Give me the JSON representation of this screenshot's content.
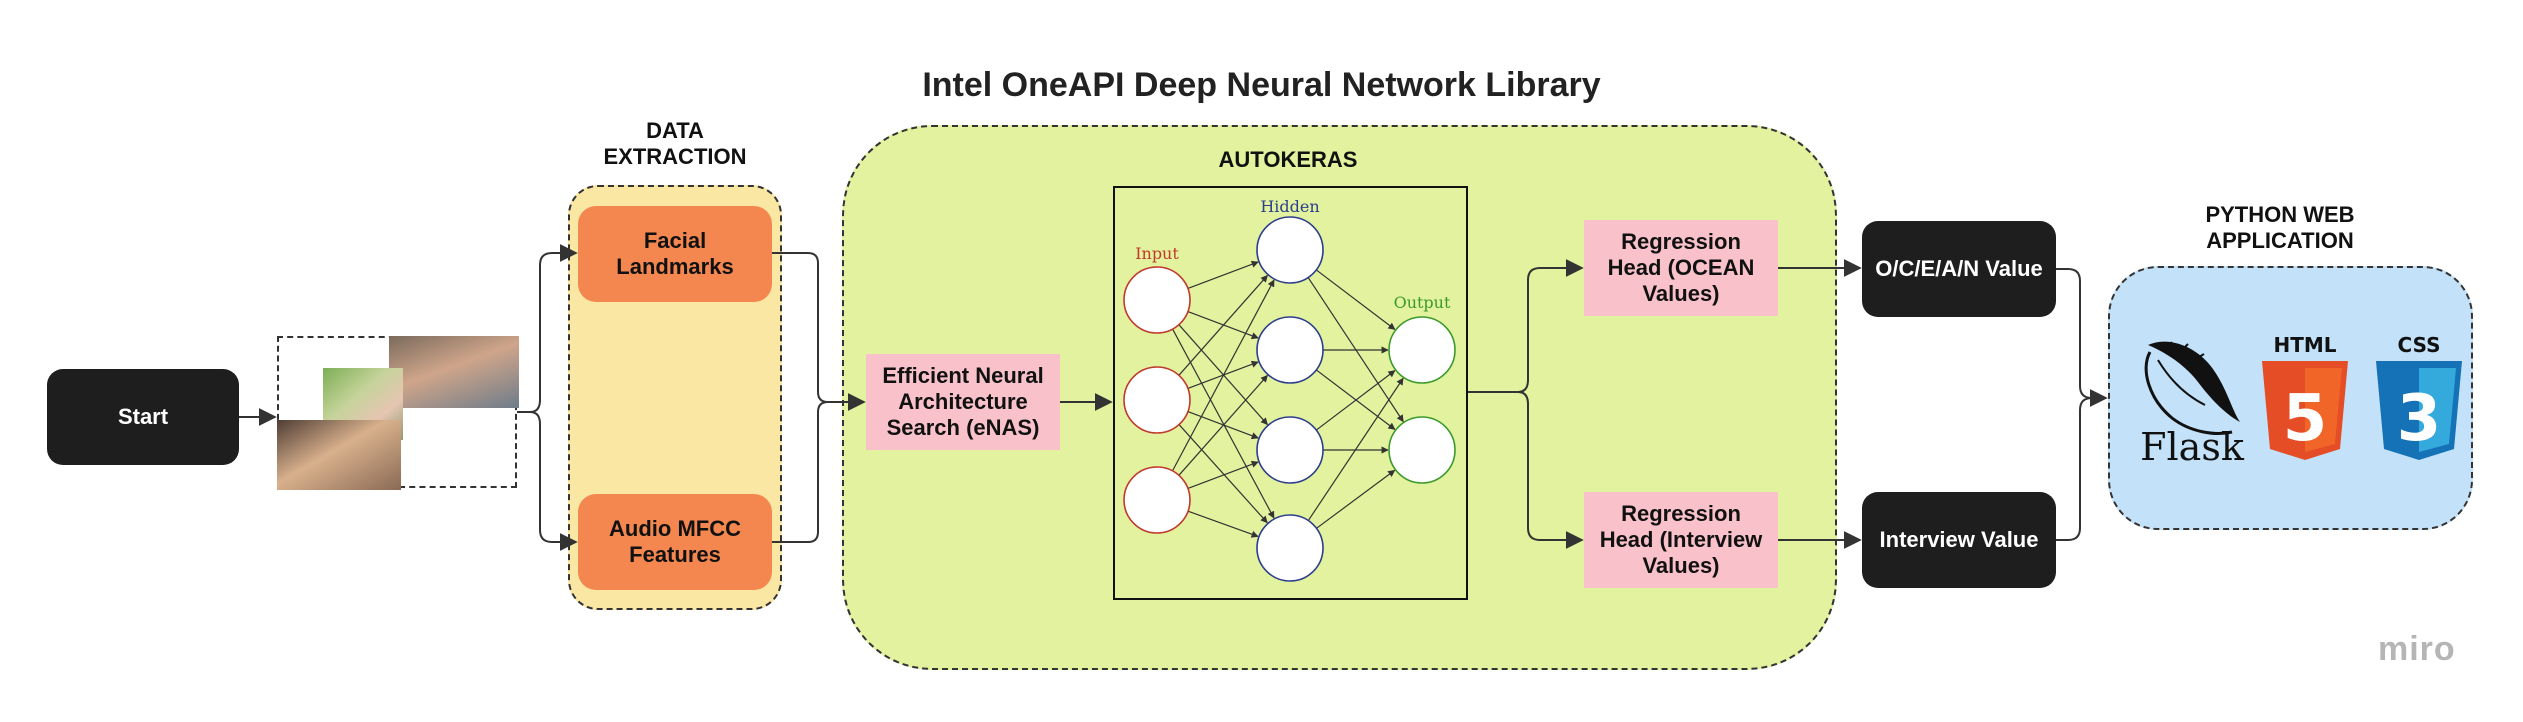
{
  "title": "Intel OneAPI Deep Neural Network Library",
  "nodes": {
    "start": "Start",
    "data_extraction_label": "DATA\nEXTRACTION",
    "facial_landmarks": "Facial Landmarks",
    "audio_mfcc": "Audio MFCC Features",
    "autokeras_label": "AUTOKERAS",
    "enas": "Efficient Neural Architecture Search (eNAS)",
    "regression_ocean": "Regression Head (OCEAN Values)",
    "regression_interview": "Regression Head (Interview Values)",
    "ocean_value": "O/C/E/A/N Value",
    "interview_value": "Interview Value",
    "python_web_label": "PYTHON WEB\nAPPLICATION"
  },
  "neural_net": {
    "input_label": "Input",
    "hidden_label": "Hidden",
    "output_label": "Output",
    "input_color": "#c0392b",
    "hidden_color": "#2c3e8c",
    "output_color": "#3a9a2a"
  },
  "logos": {
    "flask": "Flask",
    "html": "HTML",
    "html_digit": "5",
    "css": "CSS",
    "css_digit": "3",
    "html_color": "#e44d26",
    "css_color": "#1572b6"
  },
  "watermark": "miro",
  "colors": {
    "extraction_bg": "#fbe7a4",
    "autokeras_bg": "#e3f29e",
    "web_bg": "#c3e1f8",
    "orange_box": "#f4874f",
    "pink_box": "#f9c2cb",
    "black_box": "#1e1e1e"
  }
}
